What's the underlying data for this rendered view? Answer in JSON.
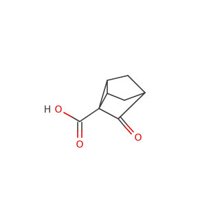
{
  "molecule": {
    "atoms": {
      "hydroxyl_o": "O",
      "hydroxyl_h": "H",
      "carbonyl_o_acid": "O",
      "ketone_o": "O"
    },
    "colors": {
      "bond": "#3a3a3a",
      "oxygen": "#e00000",
      "hydrogen": "#3a3a3a"
    }
  }
}
